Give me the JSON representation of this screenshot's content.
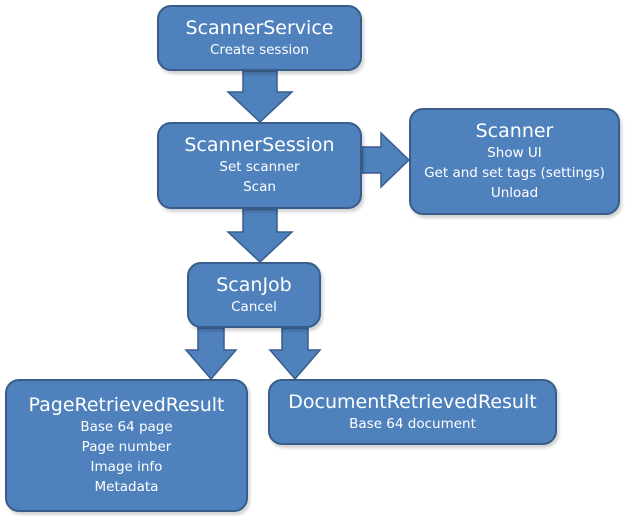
{
  "colors": {
    "box_fill": "#4f81bd",
    "box_border": "#385d8a",
    "text": "#ffffff"
  },
  "nodes": {
    "scanner_service": {
      "title": "ScannerService",
      "lines": [
        "Create session"
      ]
    },
    "scanner_session": {
      "title": "ScannerSession",
      "lines": [
        "Set scanner",
        "Scan"
      ]
    },
    "scanner": {
      "title": "Scanner",
      "lines": [
        "Show UI",
        "Get and set tags (settings)",
        "Unload"
      ]
    },
    "scan_job": {
      "title": "ScanJob",
      "lines": [
        "Cancel"
      ]
    },
    "page_retrieved_result": {
      "title": "PageRetrievedResult",
      "lines": [
        "Base 64 page",
        "Page number",
        "Image info",
        "Metadata"
      ]
    },
    "document_retrieved_result": {
      "title": "DocumentRetrievedResult",
      "lines": [
        "Base 64 document"
      ]
    }
  },
  "edges": [
    {
      "from": "scanner_service",
      "to": "scanner_session"
    },
    {
      "from": "scanner_session",
      "to": "scanner"
    },
    {
      "from": "scanner_session",
      "to": "scan_job"
    },
    {
      "from": "scan_job",
      "to": "page_retrieved_result"
    },
    {
      "from": "scan_job",
      "to": "document_retrieved_result"
    }
  ]
}
